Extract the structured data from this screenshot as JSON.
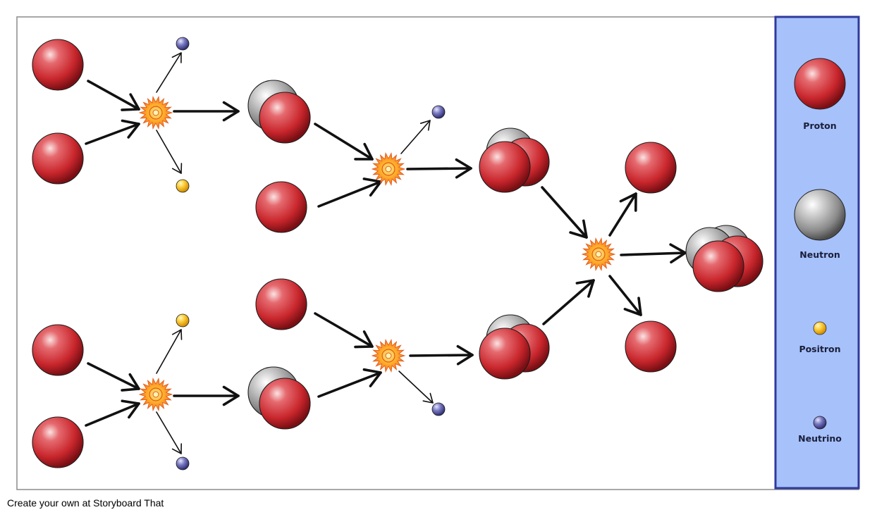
{
  "colors": {
    "proton": "#c8262c",
    "neutron": "#8a8a8a",
    "positron": "#f2b705",
    "neutrino": "#4a4a9a",
    "legend_bg": "#a7c1fb",
    "legend_border": "#2f3a9c"
  },
  "legend": {
    "items": [
      {
        "label": "Proton",
        "kind": "proton"
      },
      {
        "label": "Neutron",
        "kind": "neutron"
      },
      {
        "label": "Positron",
        "kind": "positron"
      },
      {
        "label": "Neutrino",
        "kind": "neutrino"
      }
    ]
  },
  "footer": {
    "credit": "Create your own at Storyboard That"
  }
}
